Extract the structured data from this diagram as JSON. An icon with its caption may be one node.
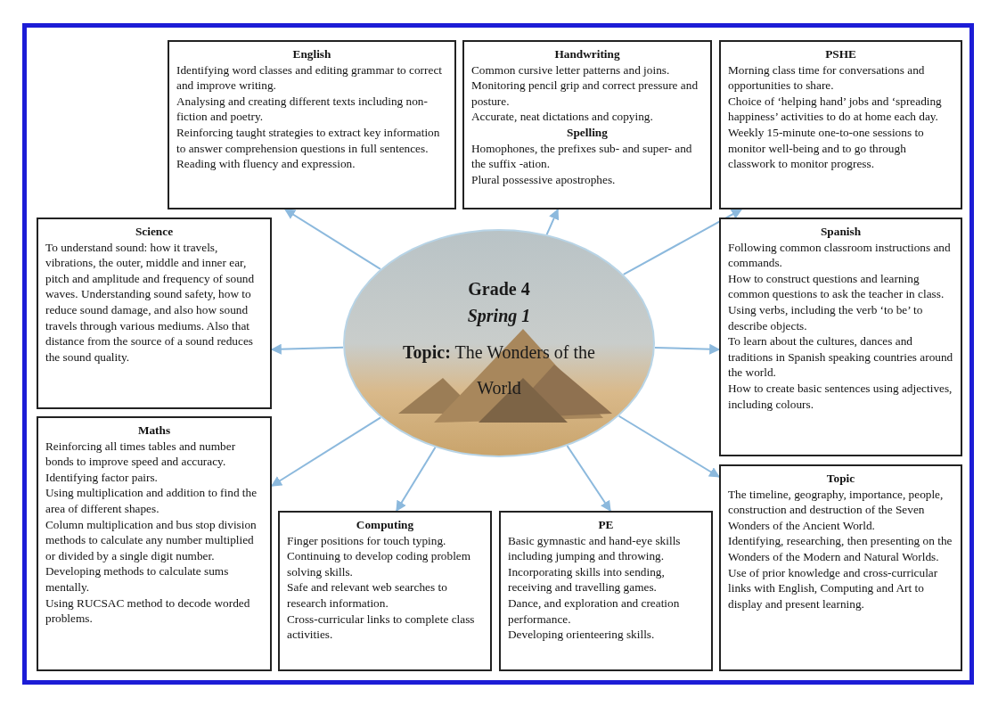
{
  "diagram": {
    "nodes": [
      {
        "text": [
          "English",
          "Identifying word classes and editing grammar to correct and improve writing.",
          "Analysing and creating different texts including non-fiction and poetry.",
          "Reinforcing taught strategies to extract key information to answer comprehension questions in full sentences.",
          "Reading with fluency and expression."
        ]
      },
      {
        "text": [
          "Handwriting",
          "Common cursive letter patterns and joins.",
          "Monitoring pencil grip and correct pressure and posture.",
          "Accurate, neat dictations and copying.",
          "Spelling",
          "Homophones, the prefixes sub- and super- and the suffix -ation.",
          "Plural possessive apostrophes."
        ]
      },
      {
        "text": [
          "PSHE",
          "Morning class time for conversations and opportunities to share.",
          "Choice of ‘helping hand’ jobs and ‘spreading happiness’ activities to do at home each day.",
          "Weekly 15-minute one-to-one sessions to monitor well-being and to go through classwork to monitor progress."
        ]
      },
      {
        "text": [
          "Science",
          "To understand sound: how it travels, vibrations, the outer, middle and inner ear, pitch and amplitude and frequency of sound waves. Understanding sound safety, how to reduce sound damage, and also how sound travels through various mediums. Also that distance from the source of a sound reduces the sound quality."
        ]
      },
      {
        "text": [
          "Grade 4",
          "Spring 1",
          "**Topic:** The Wonders of the World"
        ]
      },
      {
        "text": [
          "Spanish",
          "Following common classroom instructions and commands.",
          "How to construct questions and learning common questions to ask the teacher in class.",
          "Using verbs, including the verb ‘to be’ to describe objects.",
          "To learn about the cultures, dances and traditions in Spanish speaking countries around the world.",
          "How to create basic sentences using adjectives, including colours."
        ]
      },
      {
        "text": [
          "Maths",
          "Reinforcing all times tables and number bonds to improve speed and accuracy.",
          "Identifying factor pairs.",
          "Using multiplication and addition to find the area of different shapes.",
          "Column multiplication and bus stop division methods to calculate any number multiplied or divided by a single digit number.",
          "Developing methods to calculate sums mentally.",
          "Using RUCSAC method to decode worded problems."
        ]
      },
      {
        "text": [
          "Computing",
          "Finger positions for touch typing.",
          "Continuing to develop coding problem solving skills.",
          "Safe and relevant web searches to research information.",
          "Cross-curricular links to complete class activities."
        ]
      },
      {
        "text": [
          "PE",
          "Basic gymnastic and hand-eye skills including jumping and throwing.",
          "Incorporating skills into sending, receiving and travelling games.",
          "Dance, and exploration and creation performance.",
          "Developing orienteering skills."
        ]
      },
      {
        "text": [
          "Topic",
          "The timeline, geography, importance, people, construction and destruction of the Seven Wonders of the Ancient World.",
          "Identifying, researching, then presenting on the Wonders of the Modern and Natural Worlds.",
          "Use of prior knowledge and cross-curricular links with English, Computing and Art to display and present learning."
        ]
      }
    ],
    "edges": [
      {
        "from": 4,
        "to": 0,
        "arrow": "to"
      },
      {
        "from": 4,
        "to": 1,
        "arrow": "to"
      },
      {
        "from": 4,
        "to": 2,
        "arrow": "to"
      },
      {
        "from": 4,
        "to": 3,
        "arrow": "to"
      },
      {
        "from": 4,
        "to": 5,
        "arrow": "to"
      },
      {
        "from": 4,
        "to": 6,
        "arrow": "to"
      },
      {
        "from": 4,
        "to": 7,
        "arrow": "to"
      },
      {
        "from": 4,
        "to": 8,
        "arrow": "to"
      },
      {
        "from": 4,
        "to": 9,
        "arrow": "to"
      }
    ]
  }
}
